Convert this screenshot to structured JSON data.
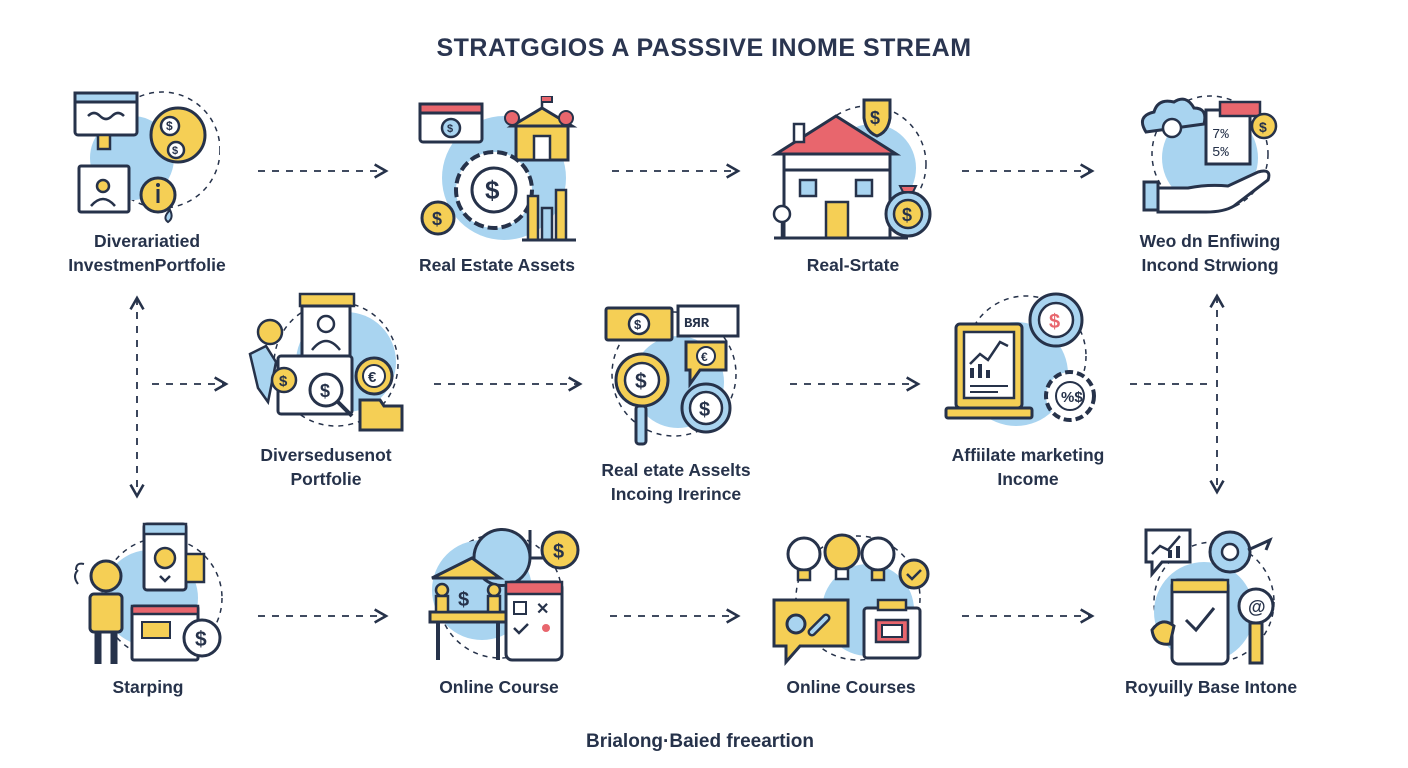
{
  "title": "STRATGGIOS A PASSSIVE  INOME STREAM",
  "footer": "Brialong·Baied freeartion",
  "colors": {
    "ink": "#26324a",
    "blue": "#a9d4f0",
    "yellow": "#f5cf55",
    "red": "#e8666d",
    "white": "#ffffff"
  },
  "nodes": [
    {
      "id": "n1",
      "icon": "investment-portfolio-icon",
      "lines": [
        "Diverariatied",
        "InvestmenPortfolie"
      ]
    },
    {
      "id": "n2",
      "icon": "real-estate-assets-icon",
      "lines": [
        "Real Estate Assets"
      ]
    },
    {
      "id": "n3",
      "icon": "house-icon",
      "lines": [
        "Real-Srtate"
      ]
    },
    {
      "id": "n4",
      "icon": "hand-cloud-icon",
      "lines": [
        "Weo dn Enfiwing",
        "Incond Strwiong"
      ]
    },
    {
      "id": "n5",
      "icon": "diversified-portfolio-icon",
      "lines": [
        "Diversedusenot",
        "Portfolie"
      ]
    },
    {
      "id": "n6",
      "icon": "magnifier-money-icon",
      "lines": [
        "Real etate Asselts",
        "Incoing Irerince"
      ]
    },
    {
      "id": "n7",
      "icon": "affiliate-laptop-icon",
      "lines": [
        "Affiilate marketing",
        "Income"
      ]
    },
    {
      "id": "n8",
      "icon": "startup-person-icon",
      "lines": [
        "Starping"
      ]
    },
    {
      "id": "n9",
      "icon": "online-course-icon",
      "lines": [
        "Online Course"
      ]
    },
    {
      "id": "n10",
      "icon": "lightbulb-ideas-icon",
      "lines": [
        "Online Courses"
      ]
    },
    {
      "id": "n11",
      "icon": "royalty-phone-icon",
      "lines": [
        "Royuilly Base Intone"
      ]
    }
  ]
}
